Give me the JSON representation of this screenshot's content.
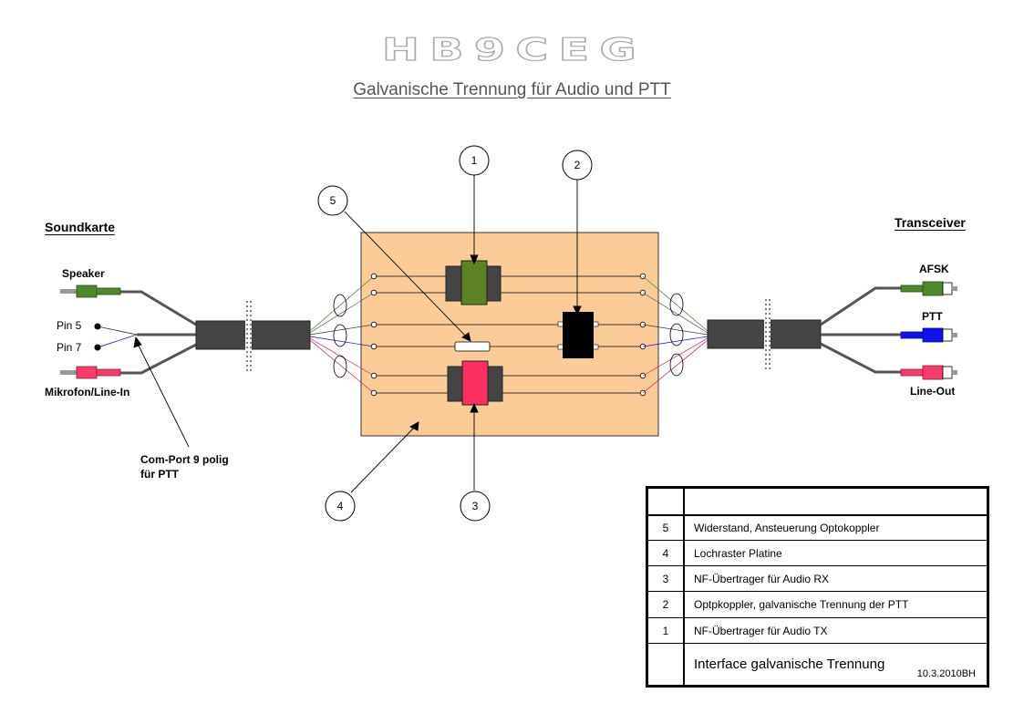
{
  "logo": {
    "text": "HB9CEG"
  },
  "title": "Galvanische Trennung für Audio und PTT",
  "left": {
    "section": "Soundkarte",
    "speaker": "Speaker",
    "pin5": "Pin 5",
    "pin7": "Pin 7",
    "mic": "Mikrofon/Line-In",
    "comport_line1": "Com-Port 9 polig",
    "comport_line2": "für PTT"
  },
  "right": {
    "section": "Transceiver",
    "afsk": "AFSK",
    "ptt": "PTT",
    "lineout": "Line-Out"
  },
  "callouts": [
    "1",
    "2",
    "3",
    "4",
    "5"
  ],
  "legend": {
    "rows": [
      {
        "num": "5",
        "desc": "Widerstand, Ansteuerung Optokoppler"
      },
      {
        "num": "4",
        "desc": "Lochraster Platine"
      },
      {
        "num": "3",
        "desc": "NF-Übertrager für Audio RX"
      },
      {
        "num": "2",
        "desc": "Optpkoppler, galvanische Trennung der PTT"
      },
      {
        "num": "1",
        "desc": "NF-Übertrager für Audio TX"
      }
    ],
    "footer_title": "Interface galvanische Trennung",
    "footer_date": "10.3.2010BH"
  },
  "colors": {
    "board": "#fccc98",
    "green_plug": "#4e8a2c",
    "red_plug": "#fb3a6c",
    "blue_plug": "#1010f0",
    "transformer_tx_core": "#5d8223",
    "transformer_rx_core": "#fb2f62",
    "optocoupler": "#000000",
    "cable": "#444444"
  }
}
